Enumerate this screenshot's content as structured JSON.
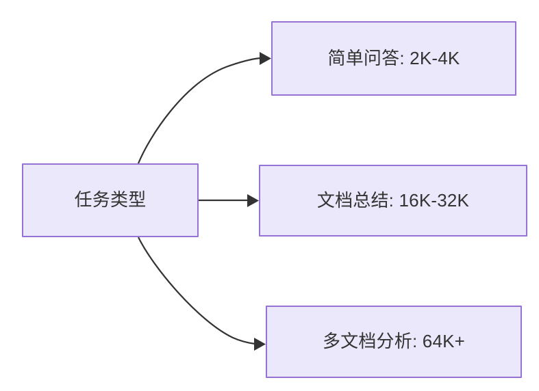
{
  "diagram": {
    "type": "flowchart",
    "direction": "left-to-right",
    "background_color": "#ffffff",
    "node_fill_color": "#eae8fa",
    "node_border_color": "#9473d4",
    "node_text_color": "#333333",
    "edge_color": "#333333",
    "nodes": [
      {
        "id": "source",
        "label": "任务类型",
        "role": "source"
      },
      {
        "id": "simple-qa",
        "label": "简单问答: 2K-4K",
        "role": "target"
      },
      {
        "id": "doc-summary",
        "label": "文档总结: 16K-32K",
        "role": "target"
      },
      {
        "id": "multi-doc",
        "label": "多文档分析: 64K+",
        "role": "target"
      }
    ],
    "edges": [
      {
        "id": "edge-source-simple-qa",
        "from": "source",
        "to": "simple-qa",
        "label": "",
        "style": "curved"
      },
      {
        "id": "edge-source-doc-summary",
        "from": "source",
        "to": "doc-summary",
        "label": "",
        "style": "straight"
      },
      {
        "id": "edge-source-multi-doc",
        "from": "source",
        "to": "multi-doc",
        "label": "",
        "style": "curved"
      }
    ]
  }
}
